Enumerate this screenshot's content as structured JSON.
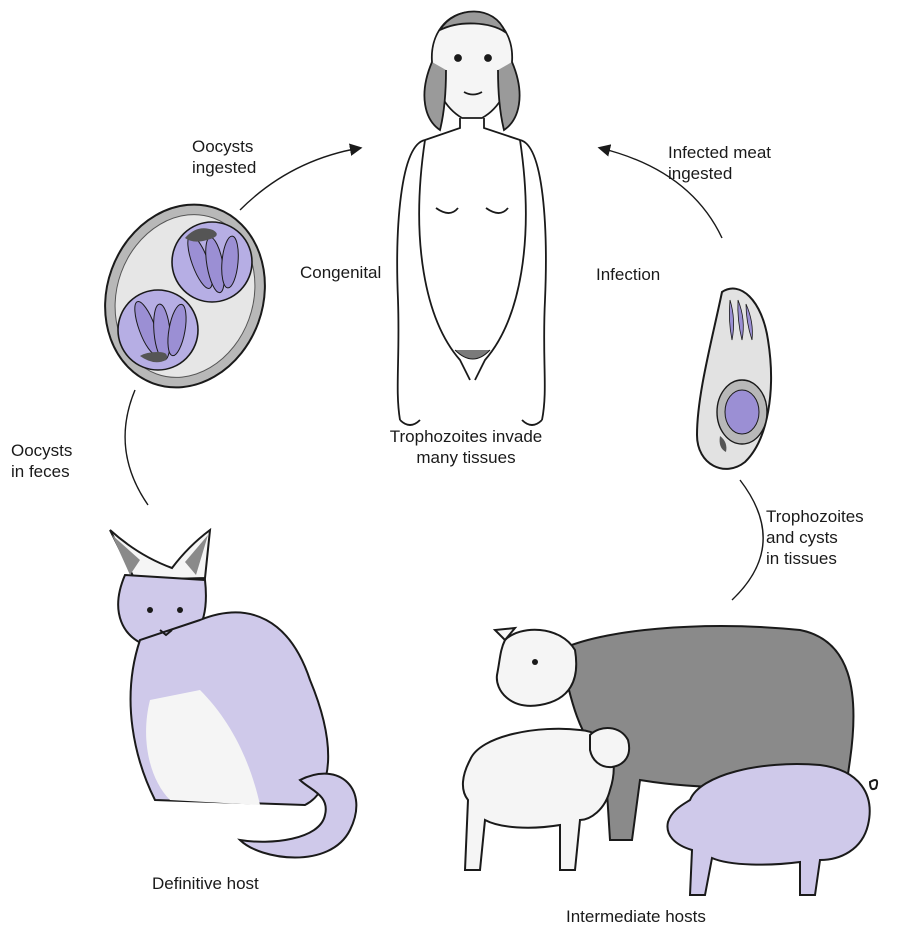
{
  "labels": {
    "oocysts_ingested": [
      "Oocysts",
      "ingested"
    ],
    "infected_meat": [
      "Infected meat",
      "ingested"
    ],
    "congenital": "Congenital",
    "infection": "Infection",
    "trophozoites_invade": [
      "Trophozoites invade",
      "many tissues"
    ],
    "oocysts_feces": [
      "Oocysts",
      "in feces"
    ],
    "trophozoites_cysts": [
      "Trophozoites",
      "and cysts",
      "in tissues"
    ],
    "definitive_host": "Definitive host",
    "intermediate_hosts": "Intermediate hosts"
  },
  "colors": {
    "line": "#1a1a1a",
    "lavender": "#cfc9ea",
    "purple": "#9b8fd4",
    "gray": "#8a8a8a",
    "cyst_gray": "#b8b8b8"
  }
}
